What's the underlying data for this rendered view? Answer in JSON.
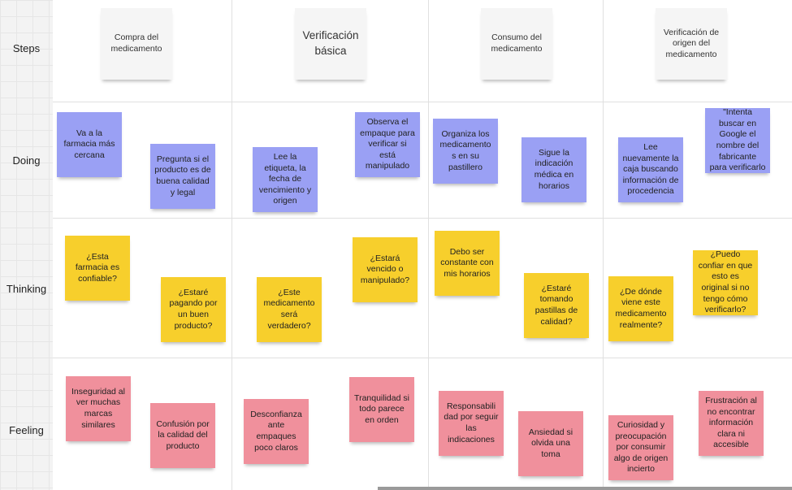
{
  "row_labels": [
    "Steps",
    "Doing",
    "Thinking",
    "Feeling"
  ],
  "steps": [
    "Compra del medicamento",
    "Verificación básica",
    "Consumo del medicamento",
    "Verificación de origen del medicamento"
  ],
  "doing": [
    "Va a la farmacia más cercana",
    "Pregunta si el producto es de buena calidad y legal",
    "Lee la etiqueta, la fecha de vencimiento y origen",
    "Observa el empaque para verificar si está manipulado",
    "Organiza los medicamento s en su pastillero",
    "Sigue la indicación médica en horarios",
    "Lee nuevamente la caja buscando información de procedencia",
    "\"Intenta buscar en Google el nombre del fabricante para verificarlo"
  ],
  "thinking": [
    "¿Esta farmacia es confiable?",
    "¿Estaré pagando por un buen producto?",
    "¿Este medicamento será verdadero?",
    "¿Estará vencido o manipulado?",
    "Debo ser constante con mis horarios",
    "¿Estaré tomando pastillas de calidad?",
    "¿De dónde viene este medicamento realmente?",
    "¿Puedo confiar en que esto es original si no tengo cómo verificarlo?"
  ],
  "feeling": [
    "Inseguridad al ver muchas marcas similares",
    "Confusión por la calidad del producto",
    "Desconfianza ante empaques poco claros",
    "Tranquilidad si todo parece en orden",
    "Responsabili dad por seguir las indicaciones",
    "Ansiedad si olvida una toma",
    "Curiosidad y preocupación por consumir algo de origen incierto",
    "Frustración al no encontrar información clara ni accesible"
  ],
  "colors": {
    "step_note": "#f5f5f5",
    "doing_note": "#9aa0f4",
    "thinking_note": "#f7cf2c",
    "feeling_note": "#f0909c"
  }
}
